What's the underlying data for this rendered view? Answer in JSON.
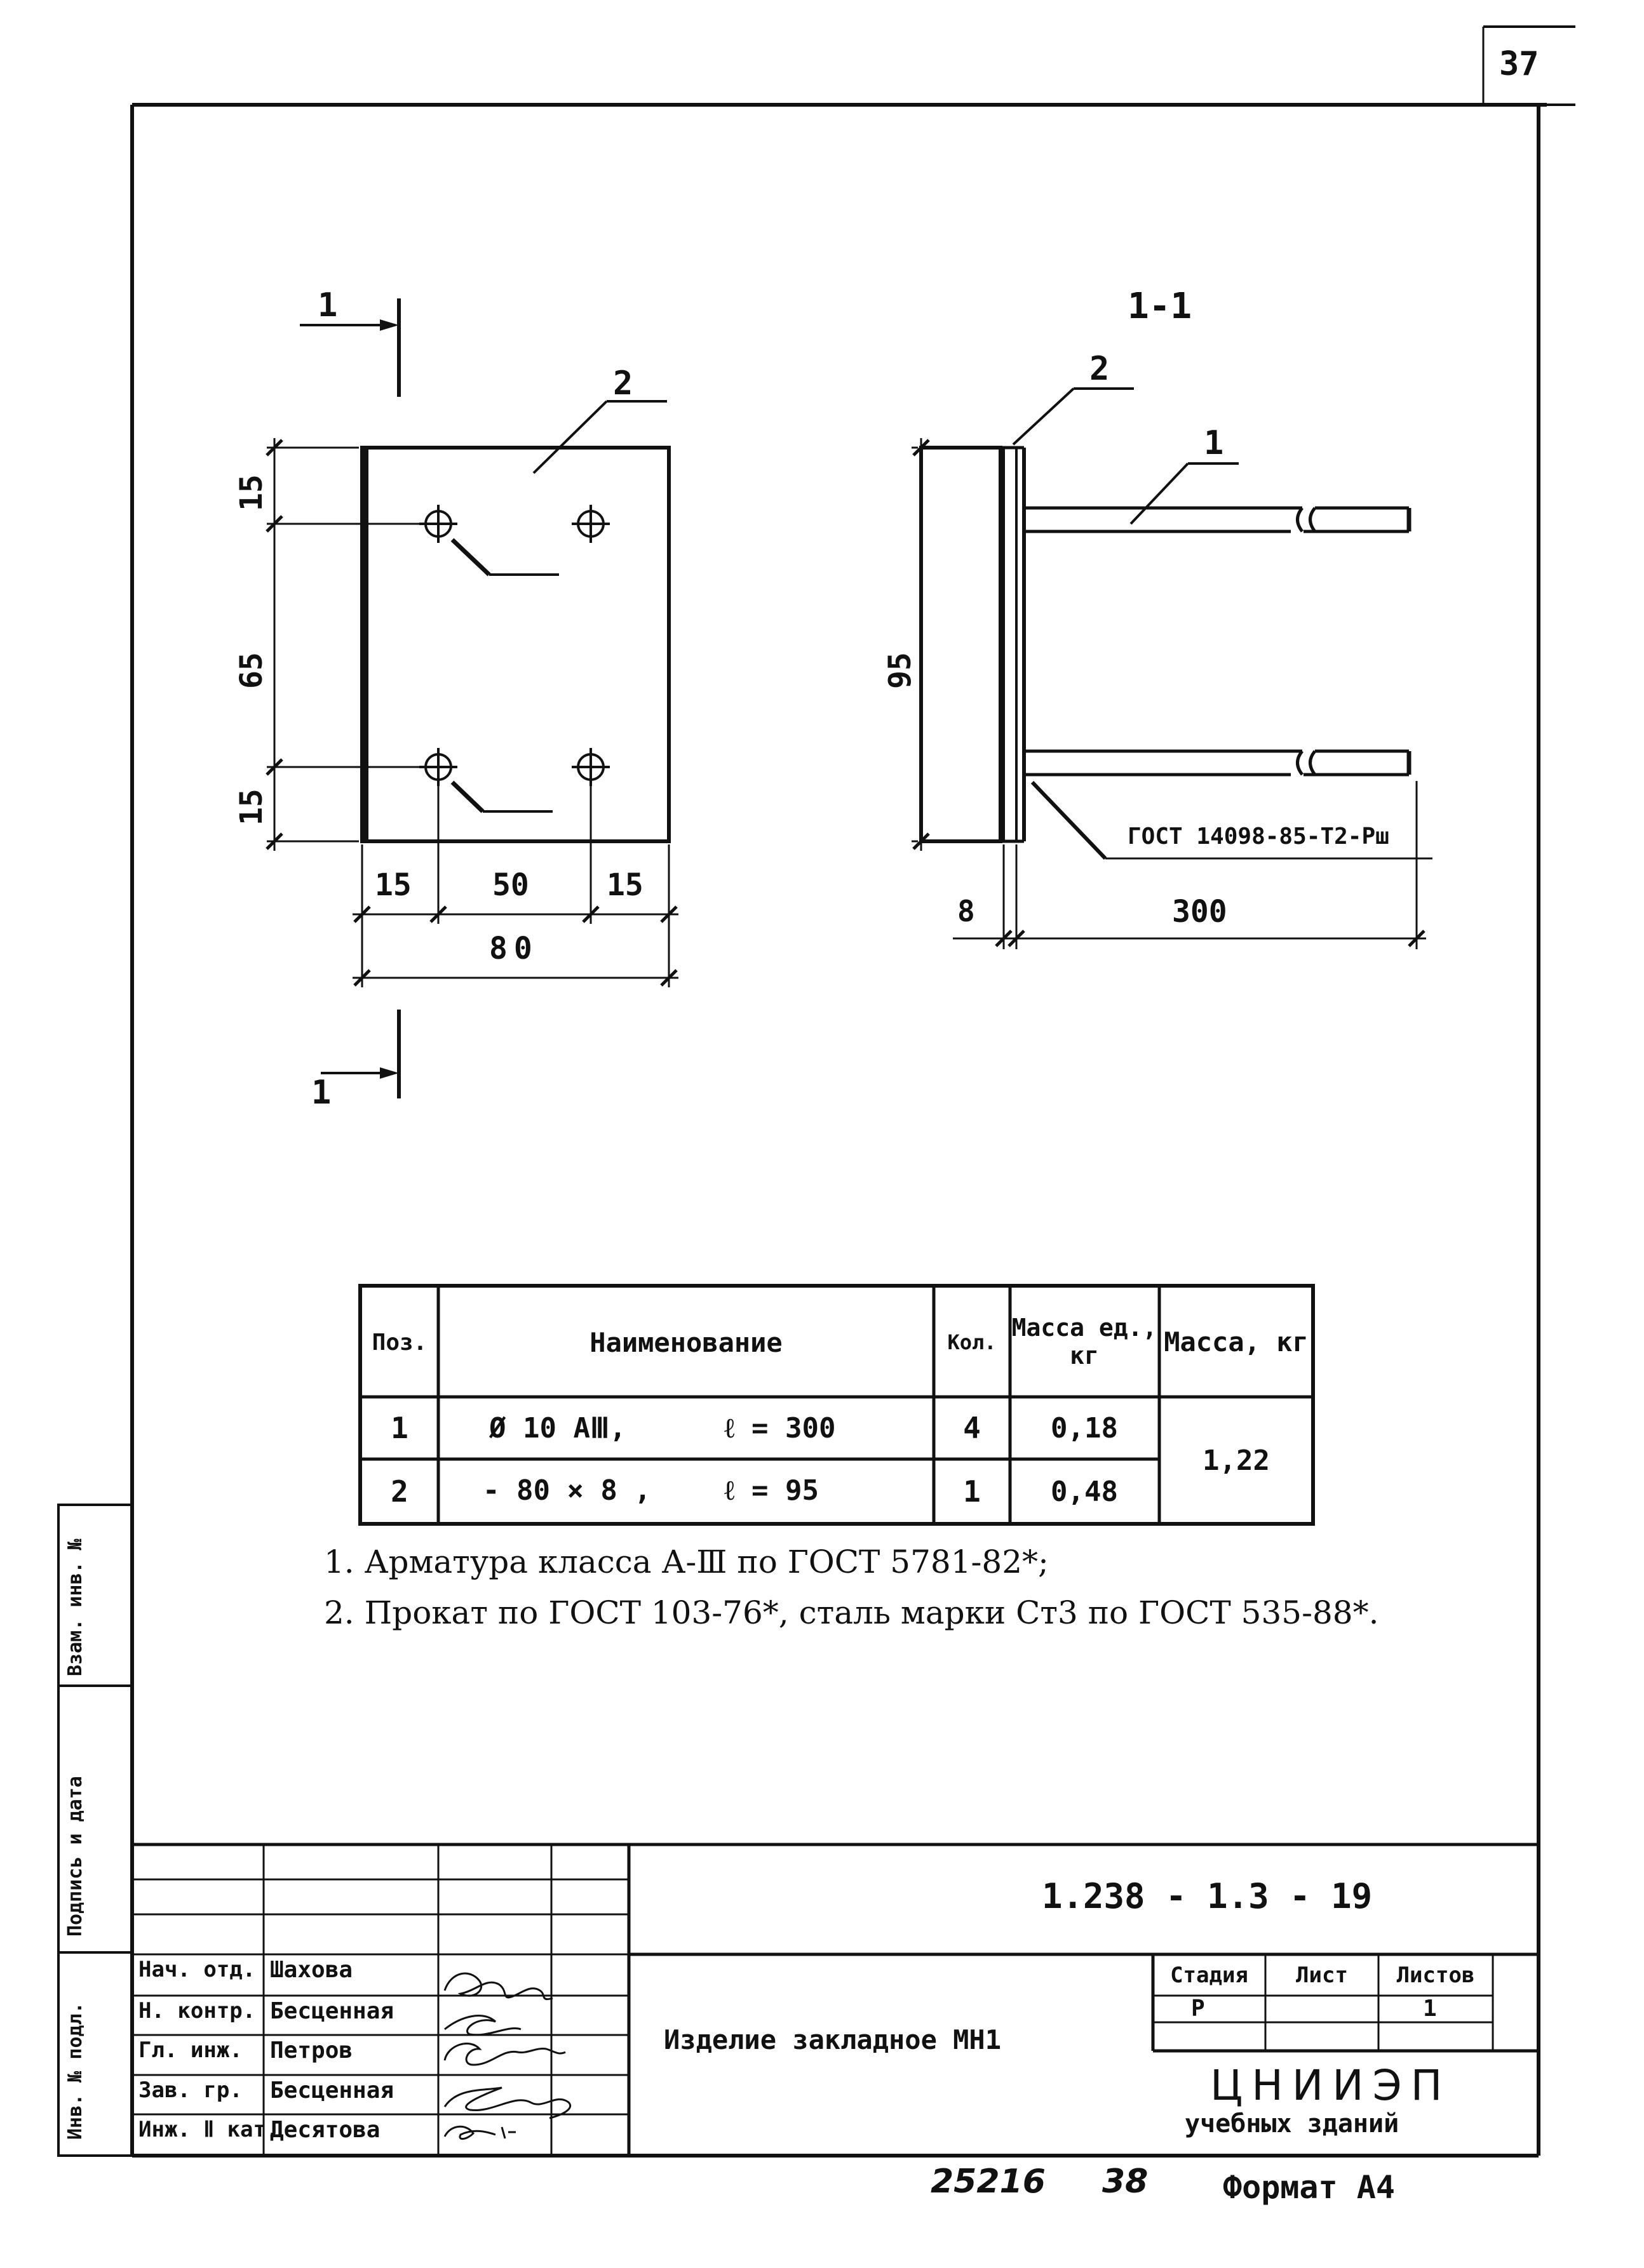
{
  "page_number": "37",
  "drawing": {
    "section_mark_top": "1",
    "section_mark_bottom": "1",
    "plan_position_label": "2",
    "section_title": "1-1",
    "section_pos_2": "2",
    "section_pos_1": "1",
    "dims_plan": {
      "top_gap": "15",
      "middle_gap": "65",
      "bottom_gap": "15",
      "left_gap": "15",
      "center_gap": "50",
      "right_gap": "15",
      "overall_width": "80"
    },
    "dims_section": {
      "height": "95",
      "thickness": "8",
      "length": "300",
      "weld_note": "ГОСТ 14098-85-Т2-Рш"
    }
  },
  "spec_table": {
    "headers": [
      "Поз.",
      "Наименование",
      "Кол.",
      "Масса ед., кг",
      "Масса, кг"
    ],
    "rows": [
      {
        "pos": "1",
        "name": "Ø 10 АⅢ,",
        "length": "ℓ = 300",
        "qty": "4",
        "unit_mass": "0,18"
      },
      {
        "pos": "2",
        "name": "- 80 × 8 ,",
        "length": "ℓ = 95",
        "qty": "1",
        "unit_mass": "0,48"
      }
    ],
    "total_mass": "1,22"
  },
  "notes": [
    "1. Арматура класса А-Ⅲ по ГОСТ 5781-82*;",
    "2. Прокат по ГОСТ 103-76*, сталь марки Ст3 по ГОСТ 535-88*."
  ],
  "side_stamp": {
    "inv_orig": "Инв. № подл.",
    "sign_date": "Подпись и дата",
    "replace_inv": "Взам. инв. №"
  },
  "title_block": {
    "doc_code": "1.238 - 1.3 - 19",
    "roles": [
      "Нач. отд.",
      "Н. контр.",
      "Гл. инж.",
      "Зав. гр.",
      "Инж. Ⅱ кат."
    ],
    "names": [
      "Шахова",
      "Бесценная",
      "Петров",
      "Бесценная",
      "Десятова"
    ],
    "item_name": "Изделие закладное МН1",
    "stage_label": "Стадия",
    "sheet_label": "Лист",
    "sheets_label": "Листов",
    "stage": "Р",
    "sheets": "1",
    "org_line1": "ЦНИИЭП",
    "org_line2": "учебных зданий"
  },
  "footer": {
    "handwritten_number": "25216",
    "handwritten_code": "38",
    "format": "Формат А4"
  }
}
